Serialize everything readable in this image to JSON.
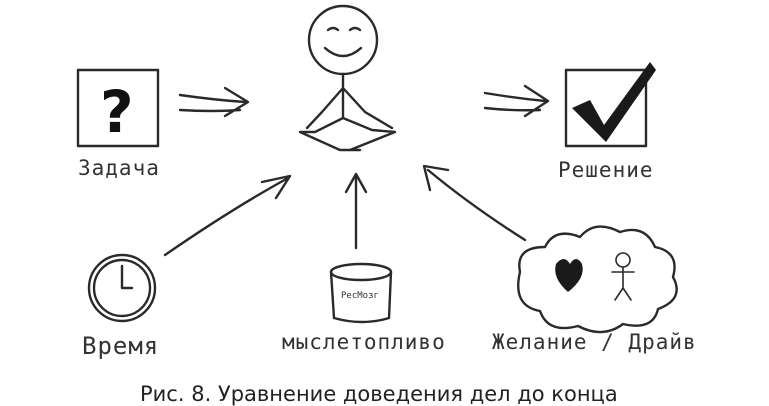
{
  "labels": {
    "task": "Задача",
    "solution": "Решение",
    "time": "Время",
    "fuel": "мыслетопливо",
    "desire": "Желание / Драйв",
    "jar": "РесМозг"
  },
  "caption": "Рис. 8. Уравнение доведения дел до конца"
}
